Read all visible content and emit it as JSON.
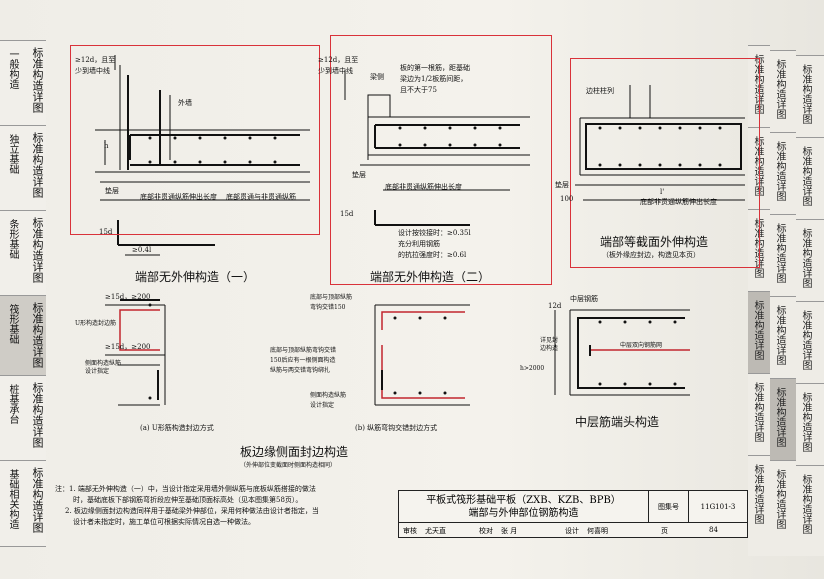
{
  "left_tabs": [
    {
      "num": "一",
      "label": "标准构造详图",
      "prefix": "一般构造"
    },
    {
      "label": "独立基础",
      "suffix": "标准构造详图"
    },
    {
      "label": "条形基础",
      "suffix": "标准构造详图"
    },
    {
      "label": "筏形基础",
      "suffix": "标准构造详图"
    },
    {
      "label": "桩基承台",
      "suffix": "标准构造详图"
    },
    {
      "label": "基础相关构造",
      "suffix": "标准构造详图"
    }
  ],
  "right_tabs": [
    "标准构造详图",
    "标准构造详图",
    "标准构造详图",
    "标准构造详图",
    "标准构造详图",
    "标准构造详图"
  ],
  "diagrams": {
    "d1_caption": "端部无外伸构造（一）",
    "d1_top": "≥12d，且至",
    "d1_top2": "少到墙中线",
    "d1_wall": "外墙",
    "d1_h": "h",
    "d1_pad": "垫层",
    "d1_bottom1": "底部非贯通纵筋伸出长度",
    "d1_bottom2": "底部贯通与非贯通纵筋",
    "d1_15d": "15d",
    "d1_04": "≥0.4l",
    "d2_caption": "端部无外伸构造（二）",
    "d2_top": "≥12d，且至",
    "d2_top2": "少到墙中线",
    "d2_note1": "板的第一根筋，距基础",
    "d2_note2": "梁边为1/2板筋间距，",
    "d2_note3": "且不大于75",
    "d2_beam": "梁侧",
    "d2_pad": "垫层",
    "d2_bottom": "底部非贯通纵筋伸出长度",
    "d2_l1": "设计按铰接时：≥0.35l",
    "d2_l2": "充分利用钢筋",
    "d2_l3": "的抗拉强度时：≥0.6l",
    "d2_15d": "15d",
    "d3_caption": "端部等截面外伸构造",
    "d3_sub": "（板外缘应封边，构造见本页）",
    "d3_col": "边柱柱列",
    "d3_l": "l'",
    "d3_bottom": "底部非贯通纵筋伸出长度",
    "d3_pad": "垫层",
    "d3_100": "100",
    "d4_top1": "≥15d，≥200",
    "d4_u": "U形构造封边筋",
    "d4_top2": "≥15d，≥200",
    "d4_side1": "侧面构造纵筋",
    "d4_side2": "设计指定",
    "d4_cap_a": "(a)  U形筋构造封边方式",
    "d4_b1": "底部与顶部纵筋",
    "d4_b2": "弯钩交错150",
    "d4_b3": "底部与顶部纵筋弯钩交错",
    "d4_b4": "150后应有一根侧面构造",
    "d4_b5": "纵筋与两交错弯钩绑扎",
    "d4_b6": "侧面构造纵筋",
    "d4_b7": "设计指定",
    "d4_cap_b": "(b)  纵筋弯钩交错封边方式",
    "d4_caption": "板边缘侧面封边构造",
    "d4_sub": "（外伸部位变截面时侧面构造相同）",
    "d5_top": "中层钢筋",
    "d5_12d": "12d",
    "d5_side1": "详见封",
    "d5_side2": "边构造",
    "d5_mid": "中层双向钢筋网",
    "d5_h": "h>2000",
    "d5_caption": "中层筋端头构造"
  },
  "notes": {
    "n1": "注：1. 端部无外伸构造（一）中，当设计指定采用墙外侧纵筋与底板纵筋搭接的做法",
    "n1b": "时，基础底板下部钢筋弯折段应伸至基础顶面标高处（见本图集第58页）。",
    "n2": "2. 板边缘侧面封边构造同样用于基础梁外伸部位，采用何种做法由设计者指定，当",
    "n2b": "设计者未指定时，施工单位可根据实际情况自选一种做法。"
  },
  "title_block": {
    "title1": "平板式筏形基础平板（ZXB、KZB、BPB）",
    "title2": "端部与外伸部位钢筋构造",
    "atlas_label": "图集号",
    "atlas_no": "11G101-3",
    "review": "审核",
    "review_name": "尤天直",
    "check": "校对",
    "check_name": "张 月",
    "design": "设计",
    "design_name": "何喜明",
    "page_label": "页",
    "page_no": "84"
  }
}
